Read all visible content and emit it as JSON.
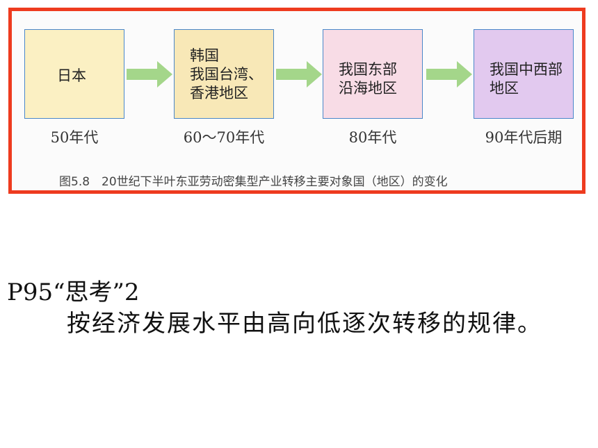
{
  "figure": {
    "stages": [
      {
        "text": "日本",
        "decade": "50年代"
      },
      {
        "text": "韩国\n我国台湾、\n香港地区",
        "decade": "60～70年代"
      },
      {
        "text": "我国东部\n沿海地区",
        "decade": "80年代"
      },
      {
        "text": "我国中西部\n地区",
        "decade": "90年代后期"
      }
    ],
    "caption": "图5.8　20世纪下半叶东亚劳动密集型产业转移主要对象国（地区）的变化",
    "colors": {
      "frame": "#ee3b1f",
      "box_border": "#4a87c9",
      "arrow": "#a4d68a"
    }
  },
  "question": {
    "heading": "P95“思考”2",
    "answer": "按经济发展水平由高向低逐次转移的规律。"
  }
}
